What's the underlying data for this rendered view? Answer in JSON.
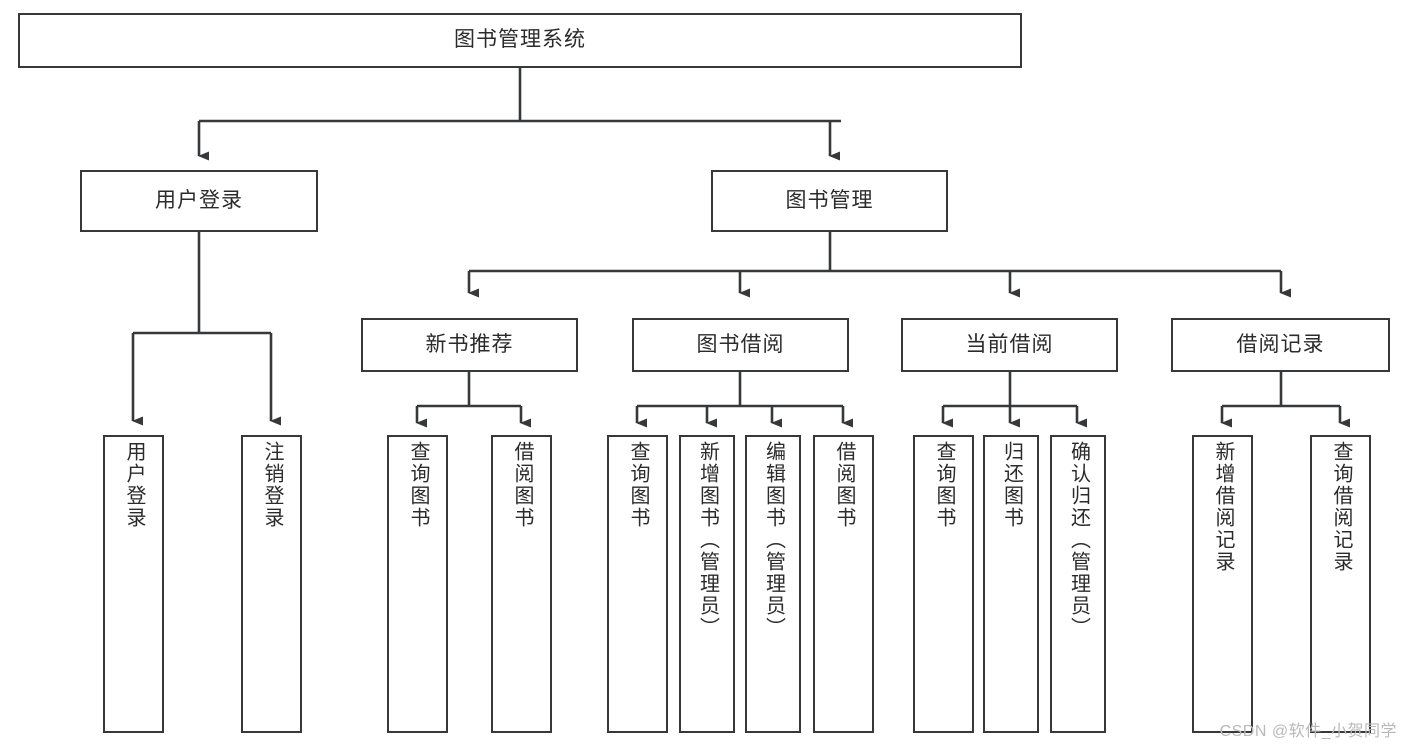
{
  "diagram": {
    "title": "图书管理系统",
    "type": "tree",
    "style": {
      "box_border_color": "#36383a",
      "box_fill": "#ffffff",
      "line_color": "#36383a",
      "text_color": "#2b2b2b",
      "background": "#ffffff",
      "watermark_color": "#b9b9b9"
    },
    "nodes": {
      "root": {
        "label": "图书管理系统",
        "level": 0
      },
      "l1": [
        {
          "id": "user-login",
          "label": "用户登录"
        },
        {
          "id": "book-management",
          "label": "图书管理"
        }
      ],
      "l2": [
        {
          "id": "new-book-recommend",
          "label": "新书推荐",
          "parent": "book-management"
        },
        {
          "id": "book-borrow",
          "label": "图书借阅",
          "parent": "book-management"
        },
        {
          "id": "current-borrow",
          "label": "当前借阅",
          "parent": "book-management"
        },
        {
          "id": "borrow-record",
          "label": "借阅记录",
          "parent": "book-management"
        }
      ],
      "leaves": [
        {
          "id": "leaf-user-login",
          "label": "用户登录",
          "parent": "user-login"
        },
        {
          "id": "leaf-logout-login",
          "label": "注销登录",
          "parent": "user-login"
        },
        {
          "id": "leaf-query-book-1",
          "label": "查询图书",
          "parent": "new-book-recommend"
        },
        {
          "id": "leaf-borrow-book-1",
          "label": "借阅图书",
          "parent": "new-book-recommend"
        },
        {
          "id": "leaf-query-book-2",
          "label": "查询图书",
          "parent": "book-borrow"
        },
        {
          "id": "leaf-add-book",
          "label": "新增图书（管理员）",
          "parent": "book-borrow"
        },
        {
          "id": "leaf-edit-book",
          "label": "编辑图书（管理员）",
          "parent": "book-borrow"
        },
        {
          "id": "leaf-borrow-book-2",
          "label": "借阅图书",
          "parent": "book-borrow"
        },
        {
          "id": "leaf-query-book-3",
          "label": "查询图书",
          "parent": "current-borrow"
        },
        {
          "id": "leaf-return-book",
          "label": "归还图书",
          "parent": "current-borrow"
        },
        {
          "id": "leaf-confirm-return",
          "label": "确认归还（管理员）",
          "parent": "current-borrow"
        },
        {
          "id": "leaf-add-record",
          "label": "新增借阅记录",
          "parent": "borrow-record"
        },
        {
          "id": "leaf-query-record",
          "label": "查询借阅记录",
          "parent": "borrow-record"
        }
      ]
    }
  },
  "watermark": {
    "text": "CSDN @软件_小贺同学"
  }
}
